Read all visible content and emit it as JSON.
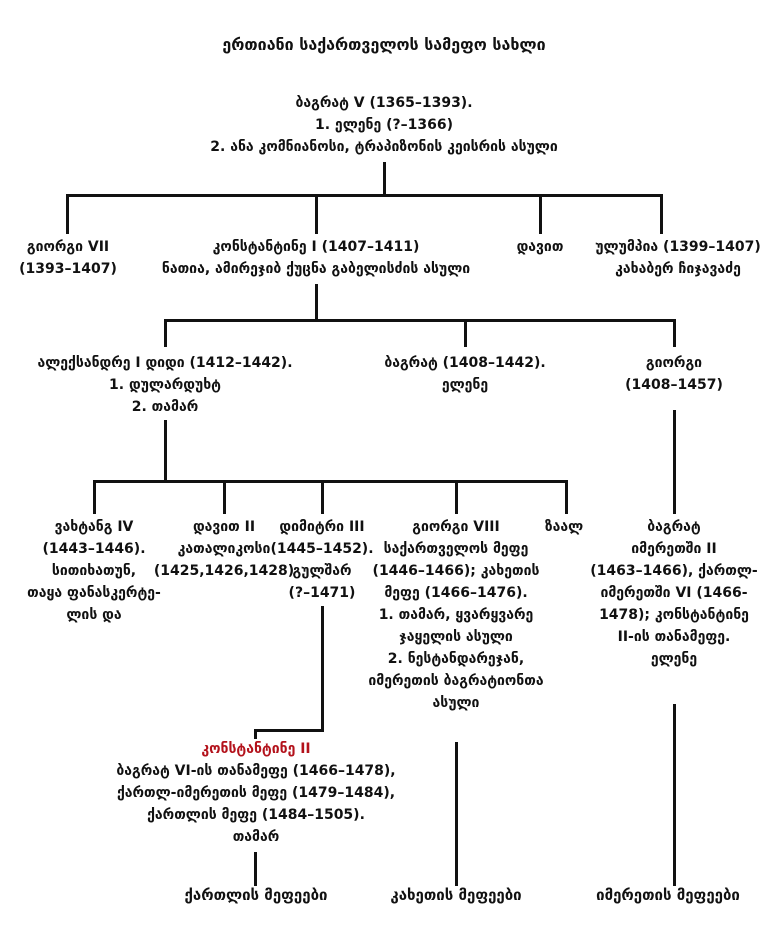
{
  "title": "ერთიანი საქართველოს სამეფო სახლი",
  "accent_color": "#b3121b",
  "nodes": {
    "bagrat_v": [
      "ბაგრატ V (1365–1393).",
      "1. ელენე (?–1366)",
      "2. ანა კომნიანოსი, ტრაპიზონის კეისრის ასული"
    ],
    "giorgi_vii": [
      "გიორგი VII",
      "(1393–1407)"
    ],
    "konstantine_i": [
      "კონსტანტინე I (1407–1411)",
      "ნათია, ამირეჯიბ ქუცნა გაბელისძის ასული"
    ],
    "davit": [
      "დავით"
    ],
    "ulumpia": [
      "ულუმპია (1399–1407)",
      "კახაბერ ჩიჯავაძე"
    ],
    "aleksandre_i": [
      "ალექსანდრე I დიდი (1412–1442).",
      "1. დულარდუხტ",
      "2. თამარ"
    ],
    "bagrat": [
      "ბაგრატ (1408–1442).",
      "ელენე"
    ],
    "giorgi": [
      "გიორგი",
      "(1408–1457)"
    ],
    "vakhtang_iv": [
      "ვახტანგ IV",
      "(1443–1446).",
      "სითიხათუნ,",
      "თაყა ფანასკერტე-",
      "ლის და"
    ],
    "davit_ii": [
      "დავით II",
      "კათალიკოსი",
      "(1425,1426,1428)"
    ],
    "demetre_iii": [
      "დიმიტრი III",
      "(1445–1452).",
      "გულშარ",
      "(?–1471)"
    ],
    "giorgi_viii": [
      "გიორგი VIII",
      "საქართველოს მეფე",
      "(1446–1466); კახეთის",
      "მეფე (1466–1476).",
      "1. თამარ, ყვარყვარე",
      "ჯაყელის ასული",
      "2. ნესტანდარეჯან,",
      "იმერეთის ბაგრატიონთა",
      "ასული"
    ],
    "zaal": [
      "ზაალ"
    ],
    "bagrat_imereti": [
      "ბაგრატ",
      "იმერეთში II",
      "(1463–1466), ქართლ-",
      "იმერეთში VI (1466-",
      "1478); კონსტანტინე",
      "II-ის  თანამეფე.",
      "ელენე"
    ],
    "konstantine_ii_name": "კონსტანტინე II",
    "konstantine_ii": [
      "ბაგრატ VI-ის თანამეფე (1466–1478),",
      "ქართლ-იმერეთის მეფე (1479–1484),",
      "ქართლის მეფე (1484–1505).",
      "თამარ"
    ],
    "kartli_kings": "ქართლის მეფეები",
    "kakheti_kings": "კახეთის მეფეები",
    "imereti_kings": "იმერეთის მეფეები"
  }
}
